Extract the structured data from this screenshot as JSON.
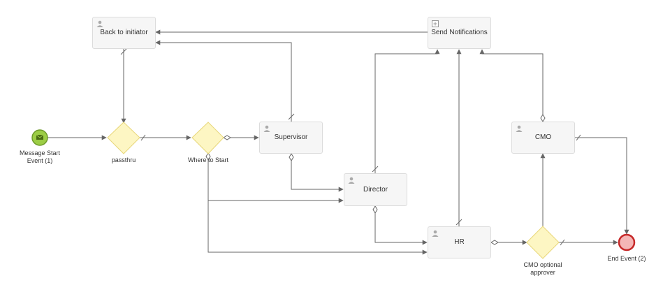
{
  "tasks": {
    "back_to_initiator": "Back to initiator",
    "send_notifications": "Send Notifications",
    "supervisor": "Supervisor",
    "director": "Director",
    "hr": "HR",
    "cmo": "CMO"
  },
  "gateways": {
    "passthru": "passthru",
    "where_to_start": "Where to Start",
    "cmo_optional_line1": "CMO optional",
    "cmo_optional_line2": "approver"
  },
  "events": {
    "start_line1": "Message Start",
    "start_line2": "Event (1)",
    "end": "End Event (2)"
  },
  "colors": {
    "task_fill": "#f6f6f6",
    "task_border": "#dcdcdc",
    "gateway_fill": "#fdf6c3",
    "gateway_border": "#e8d77a",
    "start_fill": "#9ccd45",
    "start_border": "#6e9a2a",
    "end_fill": "#f4b6b6",
    "end_border": "#c62828",
    "connector": "#666666"
  },
  "icons": {
    "user_task": "user-icon",
    "subprocess": "subprocess-icon",
    "message": "envelope-icon"
  }
}
